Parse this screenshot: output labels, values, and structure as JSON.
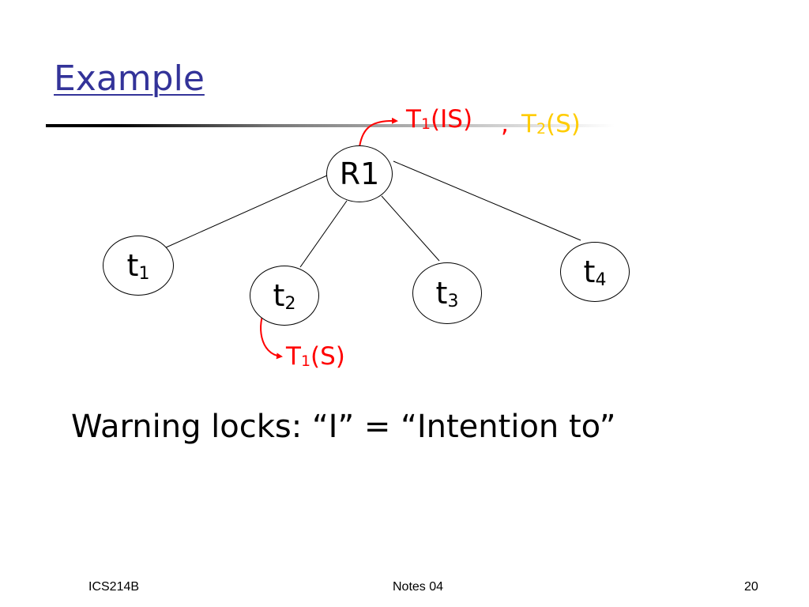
{
  "slide": {
    "title": "Example",
    "statement": "Warning locks: “I” = “Intention to”"
  },
  "tree": {
    "root": "R1",
    "children": [
      {
        "base": "t",
        "sub": "1"
      },
      {
        "base": "t",
        "sub": "2"
      },
      {
        "base": "t",
        "sub": "3"
      },
      {
        "base": "t",
        "sub": "4"
      }
    ]
  },
  "locks": {
    "root_t1": {
      "base": "T",
      "sub": "1",
      "mode": "(IS)"
    },
    "separator": ",",
    "root_t2": {
      "base": "T",
      "sub": "2",
      "mode": "(S)"
    },
    "child_t1": {
      "base": "T",
      "sub": "1",
      "mode": "(S)"
    }
  },
  "colors": {
    "title": "#333399",
    "lock_t1": "#ff0000",
    "lock_t2": "#ffcc00",
    "arrow": "#ff0000"
  },
  "footer": {
    "left": "ICS214B",
    "center": "Notes 04",
    "page": "20"
  }
}
